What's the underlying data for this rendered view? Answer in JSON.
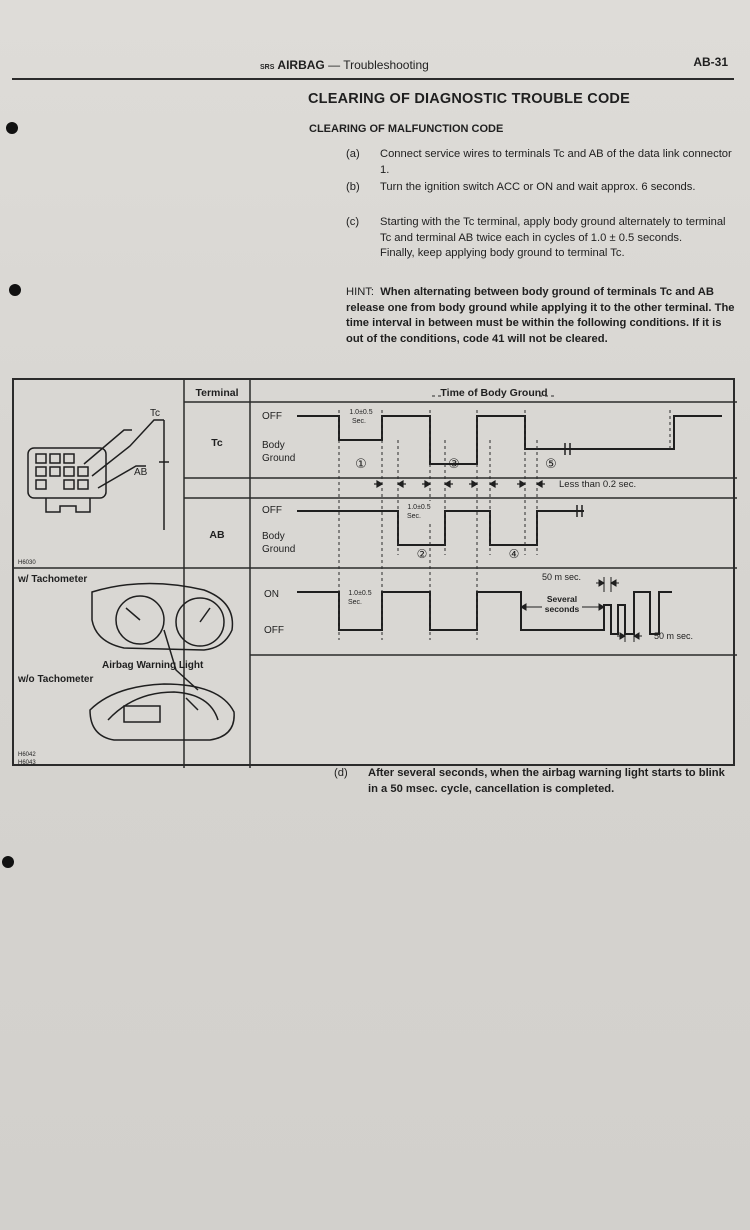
{
  "header": {
    "section_prefix": "SRS",
    "section": "AIRBAG",
    "subsection": " — Troubleshooting",
    "page_number": "AB-31"
  },
  "title": "CLEARING OF DIAGNOSTIC TROUBLE CODE",
  "subtitle": "CLEARING OF MALFUNCTION CODE",
  "steps": [
    {
      "label": "(a)",
      "text": "Connect service wires to terminals Tc and AB of the data link connector 1."
    },
    {
      "label": "(b)",
      "text": "Turn the ignition switch ACC or ON and wait approx. 6 seconds."
    },
    {
      "label": "(c)",
      "text": "Starting with the Tc terminal, apply body ground alternately to terminal Tc and terminal AB twice each in cycles of 1.0 ± 0.5 seconds.",
      "text2": "Finally, keep applying body ground to terminal Tc."
    }
  ],
  "hint": {
    "label": "HINT:",
    "text": "When alternating between body ground of terminals Tc and AB release one from body ground while applying it to the other terminal. The time interval in between must be within the following conditions. If it is out of the conditions, code 41 will not be cleared."
  },
  "diagram": {
    "col_terminal": "Terminal",
    "col_time": "Time of Body Ground",
    "tc_label": "Tc",
    "ab_label": "AB",
    "off": "OFF",
    "on": "ON",
    "body": "Body",
    "ground": "Ground",
    "pulse_time": "1.0±0.5",
    "pulse_unit": "Sec.",
    "circle1": "①",
    "circle2": "②",
    "circle3": "③",
    "circle4": "④",
    "circle5": "⑤",
    "less_than": "Less than 0.2 sec.",
    "ms50_top": "50 m sec.",
    "ms50_bottom": "50 m sec.",
    "several1": "Several",
    "several2": "seconds",
    "connector_tc": "Tc",
    "connector_ab": "AB",
    "ref1": "H6030",
    "with_tach": "w/ Tachometer",
    "without_tach": "w/o Tachometer",
    "airbag_light": "Airbag Warning Light",
    "ref2": "H6042",
    "ref3": "H6043"
  },
  "step_d": {
    "label": "(d)",
    "text": "After several seconds, when the airbag warning light starts to blink in a 50 msec. cycle, cancellation is completed."
  }
}
